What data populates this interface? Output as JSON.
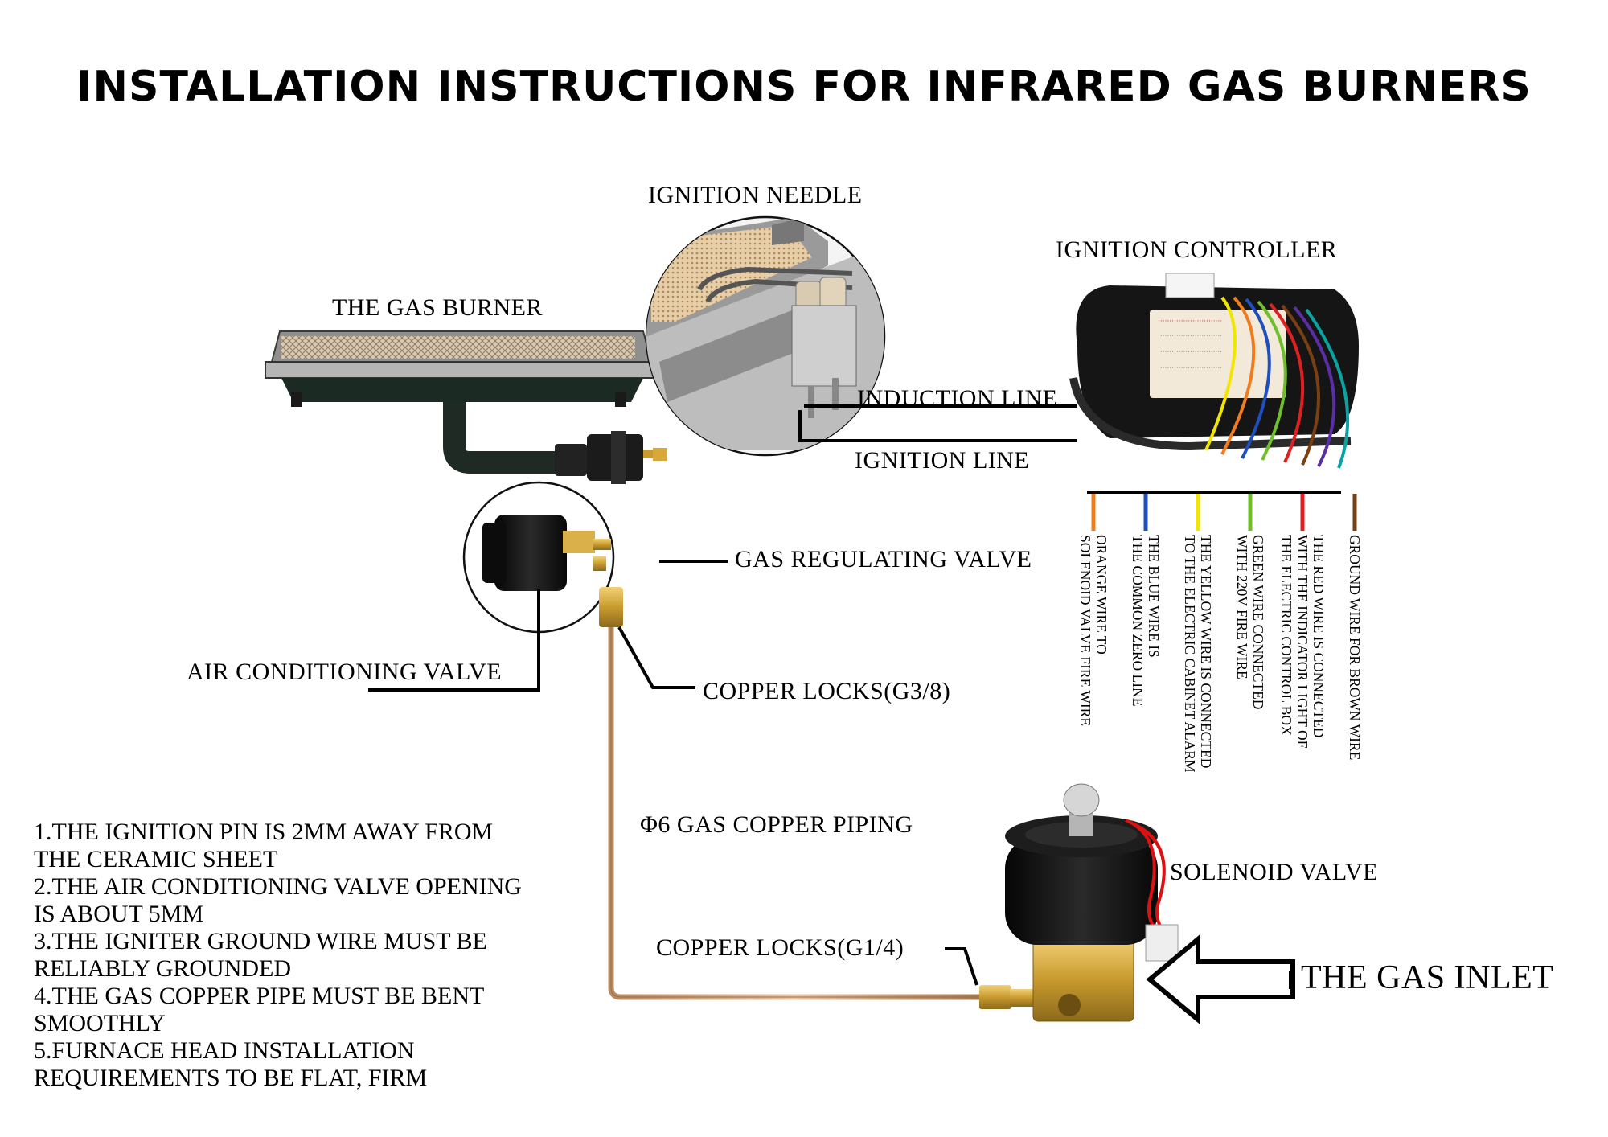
{
  "title": "INSTALLATION INSTRUCTIONS FOR INFRARED GAS BURNERS",
  "labels": {
    "ignition_needle": "IGNITION NEEDLE",
    "ignition_controller": "IGNITION CONTROLLER",
    "gas_burner": "THE GAS BURNER",
    "induction_line": "INDUCTION LINE",
    "ignition_line": "IGNITION LINE",
    "gas_regulating_valve": "GAS REGULATING VALVE",
    "air_conditioning_valve": "AIR CONDITIONING VALVE",
    "copper_locks_g38": "COPPER LOCKS(G3/8)",
    "copper_piping": "Φ6 GAS COPPER PIPING",
    "solenoid_valve": "SOLENOID VALVE",
    "copper_locks_g14": "COPPER LOCKS(G1/4)",
    "gas_inlet": "THE GAS INLET"
  },
  "wires": [
    {
      "color": "#f07c1e",
      "lines": [
        "ORANGE WIRE TO",
        "SOLENOID VALVE FIRE WIRE"
      ]
    },
    {
      "color": "#1f4fbf",
      "lines": [
        "THE BLUE WIRE IS",
        "THE COMMON ZERO LINE"
      ]
    },
    {
      "color": "#f2e600",
      "lines": [
        "THE YELLOW WIRE IS CONNECTED",
        "TO THE ELECTRIC CABINET ALARM"
      ]
    },
    {
      "color": "#6fbf2a",
      "lines": [
        "GREEN WIRE CONNECTED",
        "WITH 220V FIRE WIRE"
      ]
    },
    {
      "color": "#e02020",
      "lines": [
        "THE RED WIRE IS CONNECTED",
        "WITH THE INDICATOR LIGHT OF",
        "THE ELECTRIC CONTROL BOX"
      ]
    },
    {
      "color": "#7a3f12",
      "lines": [
        "GROUND WIRE FOR BROWN WIRE"
      ]
    }
  ],
  "notes": [
    [
      "1.THE IGNITION PIN IS 2MM AWAY FROM",
      "THE CERAMIC SHEET"
    ],
    [
      "2.THE AIR CONDITIONING VALVE OPENING",
      "IS ABOUT 5MM"
    ],
    [
      "3.THE IGNITER GROUND WIRE MUST BE",
      "RELIABLY GROUNDED"
    ],
    [
      "4.THE GAS COPPER PIPE MUST BE BENT",
      "SMOOTHLY"
    ],
    [
      "5.FURNACE HEAD INSTALLATION",
      "REQUIREMENTS  TO BE FLAT, FIRM"
    ]
  ]
}
